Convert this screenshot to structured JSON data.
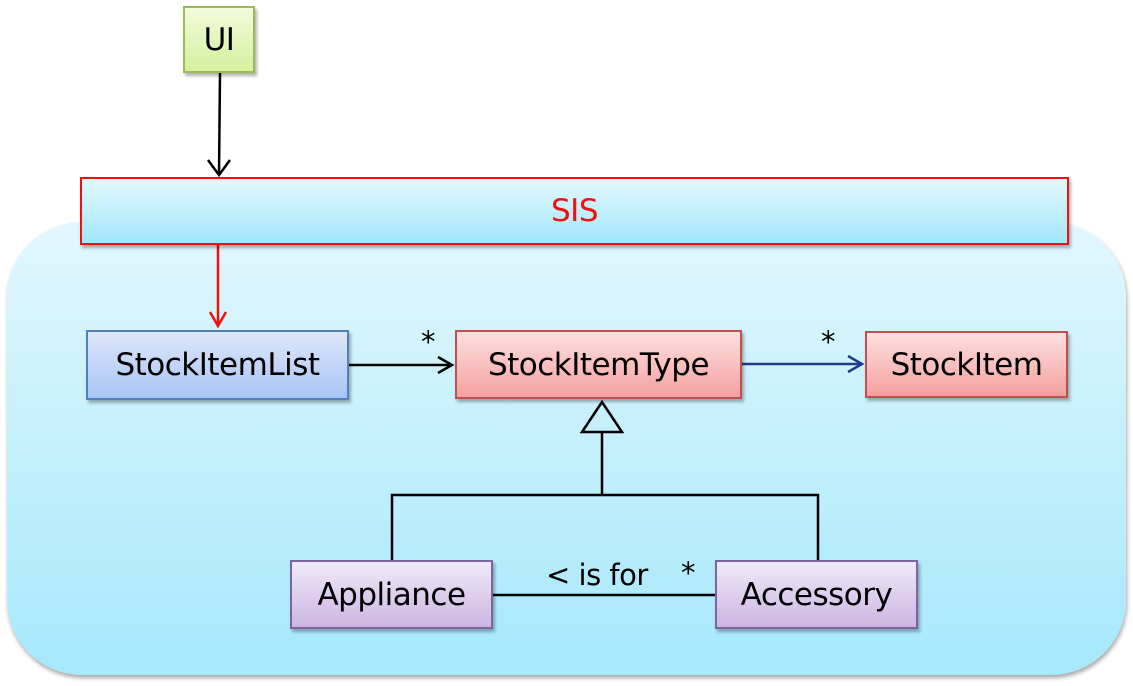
{
  "diagram": {
    "type": "UML class diagram",
    "nodes": {
      "ui": {
        "label": "UI",
        "fill_color": "#d3f19e",
        "border_color": "#9bbb59"
      },
      "sis": {
        "label": "SIS",
        "fill_color": "#a2e7fc",
        "border_color": "#ee1111",
        "text_color": "#ee1111"
      },
      "stock_item_list": {
        "label": "StockItemList",
        "fill_color": "#a9c4f5",
        "border_color": "#4f81bd"
      },
      "stock_item_type": {
        "label": "StockItemType",
        "fill_color": "#f4a1a0",
        "border_color": "#c0504d"
      },
      "stock_item": {
        "label": "StockItem",
        "fill_color": "#f4a1a0",
        "border_color": "#c0504d"
      },
      "appliance": {
        "label": "Appliance",
        "fill_color": "#cbb6e2",
        "border_color": "#8064a2"
      },
      "accessory": {
        "label": "Accessory",
        "fill_color": "#cbb6e2",
        "border_color": "#8064a2"
      }
    },
    "edges": [
      {
        "from": "UI",
        "to": "SIS",
        "kind": "dependency-arrow",
        "color": "#000000"
      },
      {
        "from": "SIS",
        "to": "StockItemList",
        "kind": "dependency-arrow",
        "color": "#ee1111"
      },
      {
        "from": "StockItemList",
        "to": "StockItemType",
        "kind": "association",
        "multiplicity": "*",
        "color": "#000000"
      },
      {
        "from": "StockItemType",
        "to": "StockItem",
        "kind": "association",
        "multiplicity": "*",
        "color": "#1f3c88"
      },
      {
        "from": "Appliance",
        "to": "StockItemType",
        "kind": "generalization"
      },
      {
        "from": "Accessory",
        "to": "StockItemType",
        "kind": "generalization"
      },
      {
        "from": "Accessory",
        "to": "Appliance",
        "kind": "association",
        "label": "< is for",
        "multiplicity": "*"
      }
    ],
    "labels": {
      "mult_list_type": "*",
      "mult_type_item": "*",
      "mult_accessory": "*",
      "is_for": "< is for"
    },
    "container": {
      "fill_color": "#a6e8fc"
    }
  }
}
